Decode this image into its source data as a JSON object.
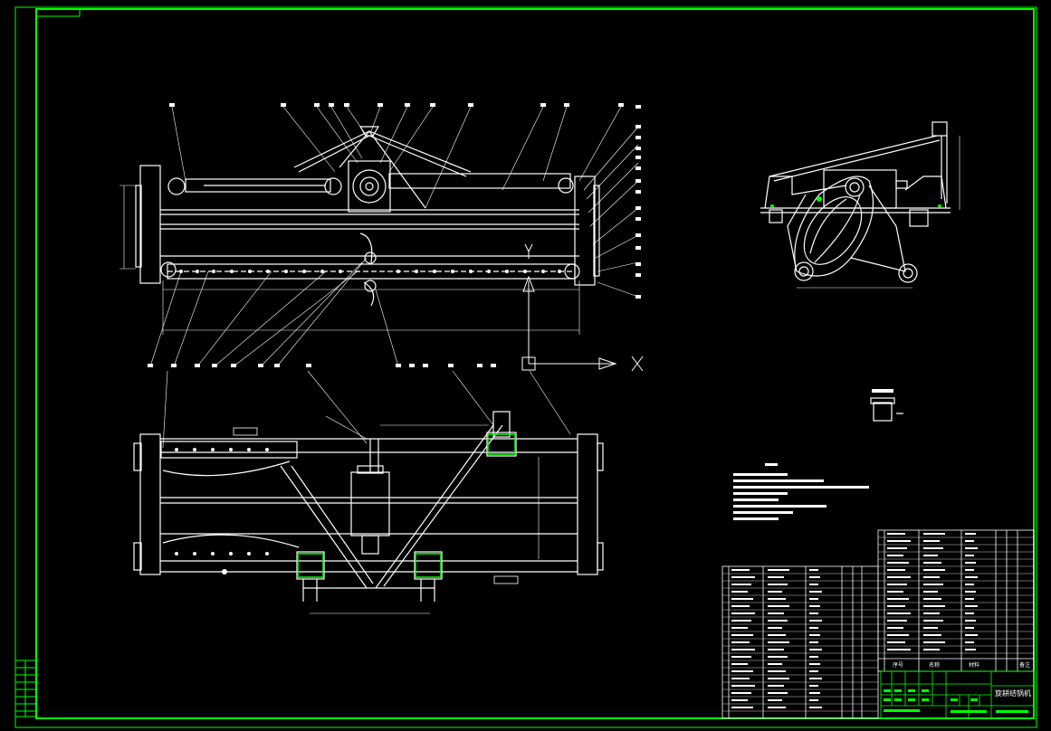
{
  "drawing": {
    "title": "旋耕结锅机",
    "axis_x_label": "X",
    "axis_y_label": "Y",
    "colors": {
      "background": "#000000",
      "frame": "#00ff00",
      "lines": "#ffffff",
      "highlight": "#00ff00"
    },
    "parts_list_headers": [
      "序号",
      "名称",
      "材料",
      "备注"
    ]
  }
}
